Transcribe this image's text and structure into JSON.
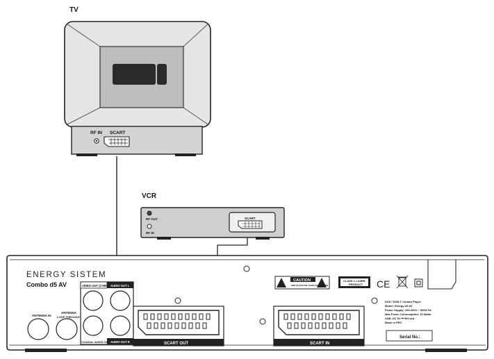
{
  "tv": {
    "label": "TV",
    "rf_in": "RF IN",
    "scart": "SCART"
  },
  "vcr": {
    "label": "VCR",
    "rf_out": "RF OUT",
    "rf_in": "RF IN",
    "scart": "SCART"
  },
  "player": {
    "brand": "ENERGY SISTEM",
    "model": "Combo d5 AV",
    "antenna_in": "ANTENNA IN",
    "antenna_loop": "ANTENNA",
    "antenna_loop_sub": "LOOP THROUGH",
    "video_out": "VIDEO OUT (CVBS)",
    "coaxial_out": "COAXIAL AUDIO OUT",
    "audio_out_l": "AUDIO OUT L",
    "audio_out_r": "AUDIO OUT R",
    "scart_out": "SCART OUT",
    "scart_in": "SCART IN",
    "caution_title": "CAUTION",
    "caution_sub": "RISK OF ELECTRIC SHOCK DO NOT OPEN",
    "laser_line1": "CLASS 1 LASER",
    "laser_line2": "PRODUCT",
    "ce_mark": "CE",
    "spec_lines": [
      "DVD / DVB-T Combo Player",
      "Model: Energy d5 AV",
      "Power Supply: 100-240V ~ 50/60 Hz",
      "Max Power Consumption: 15 Watts",
      "USB: DC 5V ⎓ 500 mA",
      "Made in PRC"
    ],
    "serial": "Serial No.:"
  }
}
